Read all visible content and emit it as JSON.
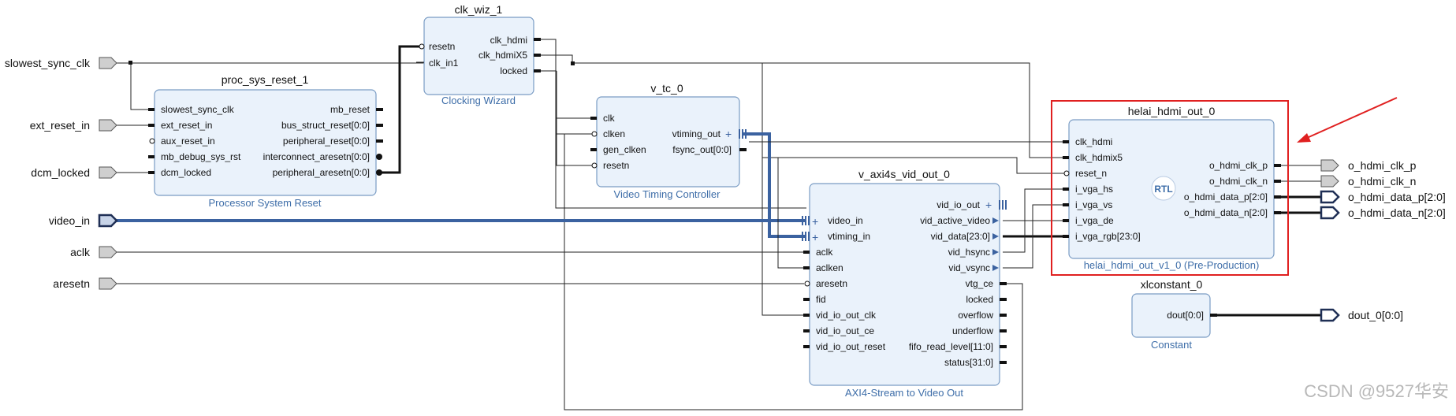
{
  "external_ports": {
    "slowest_sync_clk": "slowest_sync_clk",
    "ext_reset_in": "ext_reset_in",
    "dcm_locked": "dcm_locked",
    "video_in": "video_in",
    "aclk": "aclk",
    "aresetn": "aresetn",
    "o_hdmi_clk_p": "o_hdmi_clk_p",
    "o_hdmi_clk_n": "o_hdmi_clk_n",
    "o_hdmi_data_p": "o_hdmi_data_p[2:0]",
    "o_hdmi_data_n": "o_hdmi_data_n[2:0]",
    "dout_0": "dout_0[0:0]"
  },
  "clk_wiz": {
    "instance": "clk_wiz_1",
    "type": "Clocking Wizard",
    "in_pins": [
      "resetn",
      "clk_in1"
    ],
    "out_pins": [
      "clk_hdmi",
      "clk_hdmiX5",
      "locked"
    ]
  },
  "proc_sys_reset": {
    "instance": "proc_sys_reset_1",
    "type": "Processor System Reset",
    "in_pins": [
      "slowest_sync_clk",
      "ext_reset_in",
      "aux_reset_in",
      "mb_debug_sys_rst",
      "dcm_locked"
    ],
    "out_pins": [
      "mb_reset",
      "bus_struct_reset[0:0]",
      "peripheral_reset[0:0]",
      "interconnect_aresetn[0:0]",
      "peripheral_aresetn[0:0]"
    ]
  },
  "v_tc": {
    "instance": "v_tc_0",
    "type": "Video Timing Controller",
    "in_pins": [
      "clk",
      "clken",
      "gen_clken",
      "resetn"
    ],
    "out_pins": [
      "vtiming_out",
      "fsync_out[0:0]"
    ]
  },
  "v_axi4s": {
    "instance": "v_axi4s_vid_out_0",
    "type": "AXI4-Stream to Video Out",
    "in_pins": [
      "video_in",
      "vtiming_in",
      "aclk",
      "aclken",
      "aresetn",
      "fid",
      "vid_io_out_clk",
      "vid_io_out_ce",
      "vid_io_out_reset"
    ],
    "out_pins": [
      "vid_io_out",
      "vid_active_video",
      "vid_data[23:0]",
      "vid_hsync",
      "vid_vsync",
      "vtg_ce",
      "locked",
      "overflow",
      "underflow",
      "fifo_read_level[11:0]",
      "status[31:0]"
    ]
  },
  "hdmi": {
    "instance": "helai_hdmi_out_0",
    "type": "helai_hdmi_out_v1_0 (Pre-Production)",
    "badge": "RTL",
    "in_pins": [
      "clk_hdmi",
      "clk_hdmix5",
      "reset_n",
      "i_vga_hs",
      "i_vga_vs",
      "i_vga_de",
      "i_vga_rgb[23:0]"
    ],
    "out_pins": [
      "o_hdmi_clk_p",
      "o_hdmi_clk_n",
      "o_hdmi_data_p[2:0]",
      "o_hdmi_data_n[2:0]"
    ]
  },
  "xlconstant": {
    "instance": "xlconstant_0",
    "type": "Constant",
    "out_pins": [
      "dout[0:0]"
    ]
  },
  "highlight": {
    "color": "#e02020"
  },
  "watermark": "CSDN @9527华安"
}
